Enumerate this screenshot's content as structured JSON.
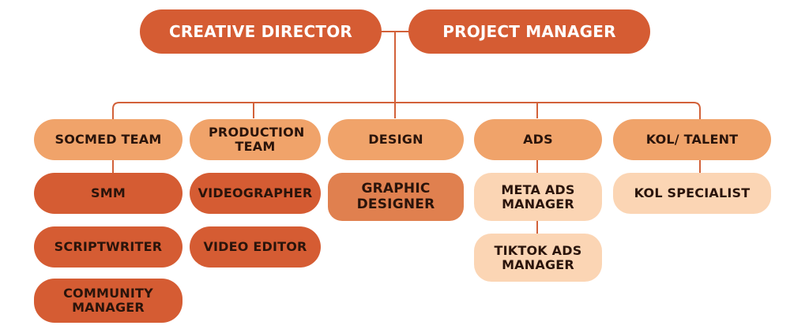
{
  "org": {
    "leaders": [
      {
        "label": "CREATIVE DIRECTOR"
      },
      {
        "label": "PROJECT MANAGER"
      }
    ],
    "teams": [
      {
        "label": "SOCMED TEAM",
        "roles": [
          {
            "label": "SMM"
          },
          {
            "label": "SCRIPTWRITER"
          },
          {
            "label": "COMMUNITY MANAGER"
          }
        ]
      },
      {
        "label": "PRODUCTION TEAM",
        "roles": [
          {
            "label": "VIDEOGRAPHER"
          },
          {
            "label": "VIDEO EDITOR"
          }
        ]
      },
      {
        "label": "DESIGN",
        "roles": [
          {
            "label": "GRAPHIC DESIGNER"
          }
        ]
      },
      {
        "label": "ADS",
        "roles": [
          {
            "label": "META ADS MANAGER"
          },
          {
            "label": "TIKTOK ADS MANAGER"
          }
        ]
      },
      {
        "label": "KOL/ TALENT",
        "roles": [
          {
            "label": "KOL SPECIALIST"
          }
        ]
      }
    ]
  },
  "colors": {
    "connector": "#d2613a",
    "dark_box": "#d55c33",
    "head_box": "#f0a36a",
    "mid_box": "#e0804f",
    "light_box": "#fbd5b4"
  }
}
